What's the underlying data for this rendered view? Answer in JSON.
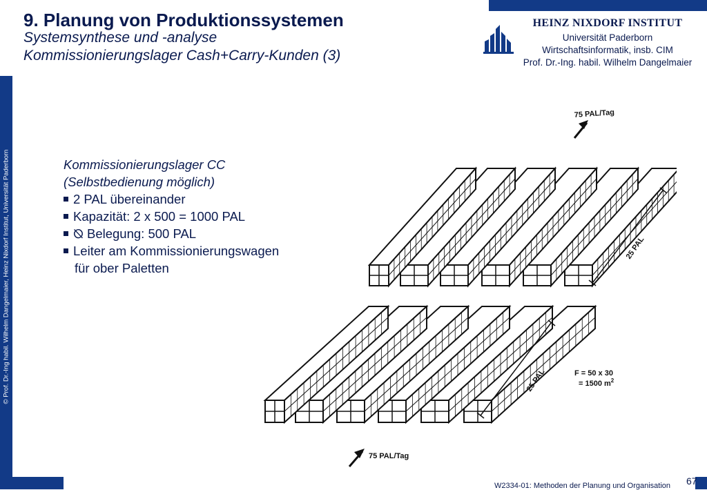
{
  "header": {
    "title": "9. Planung von Produktionssystemen",
    "subtitle1": "Systemsynthese und -analyse",
    "subtitle2": "Kommissionierungslager Cash+Carry-Kunden (3)"
  },
  "institute": {
    "name": "HEINZ NIXDORF INSTITUT",
    "line1": "Universität Paderborn",
    "line2": "Wirtschaftsinformatik, insb. CIM",
    "line3": "Prof. Dr.-Ing. habil. Wilhelm Dangelmaier",
    "logo_icon": "hni-logo-icon"
  },
  "sidebar": {
    "copyright": "© Prof. Dr.-Ing habil. Wilhelm Dangelmaier, Heinz Nixdorf Institut, Universität Paderborn"
  },
  "content": {
    "heading1": "Kommissionierungslager CC",
    "heading2": "(Selbstbedienung möglich)",
    "bullets": [
      "2 PAL übereinander",
      "Kapazität: 2 x 500 = 1000 PAL",
      "⦰ Belegung: 500 PAL",
      "Leiter am Kommissionierungswagen"
    ],
    "bullet4_cont": "für ober Paletten"
  },
  "drawing": {
    "flow_in": "75 PAL/Tag",
    "flow_out": "75 PAL/Tag",
    "depth_top": "25 PAL",
    "depth_bottom": "25 PAL",
    "area_formula": "F = 50 x 30",
    "area_result": "= 1500 m",
    "area_exp": "2"
  },
  "footer": {
    "course": "W2334-01: Methoden der Planung und Organisation",
    "page": "67"
  },
  "colors": {
    "brand_blue": "#123a87",
    "text_navy": "#0a1a4f"
  }
}
